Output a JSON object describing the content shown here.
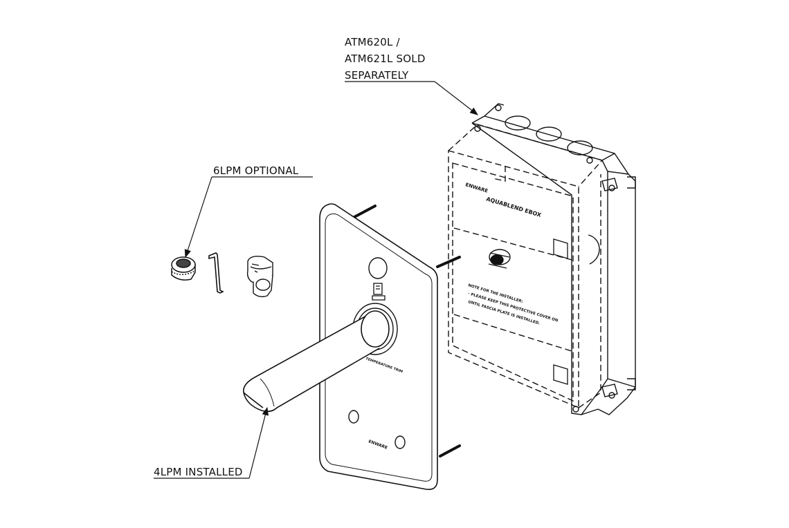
{
  "callouts": {
    "atm_line1": "ATM620L /",
    "atm_line2": "ATM621L SOLD",
    "atm_line3": "SEPARATELY",
    "optional": "6LPM OPTIONAL",
    "installed": "4LPM INSTALLED"
  },
  "ebox": {
    "label": "AQUABLEND EBOX",
    "note_line1": "NOTE FOR THE INSTALLER:",
    "note_line2": "- PLEASE KEEP THIS PROTECTIVE COVER ON",
    "note_line3": "UNTIL FASCIA PLATE IS INSTALLED."
  },
  "plate": {
    "spout_text": "TEMPERATURE TRIM",
    "brand_text": "ENWARE"
  },
  "colors": {
    "line": "#111111",
    "background": "#ffffff"
  }
}
